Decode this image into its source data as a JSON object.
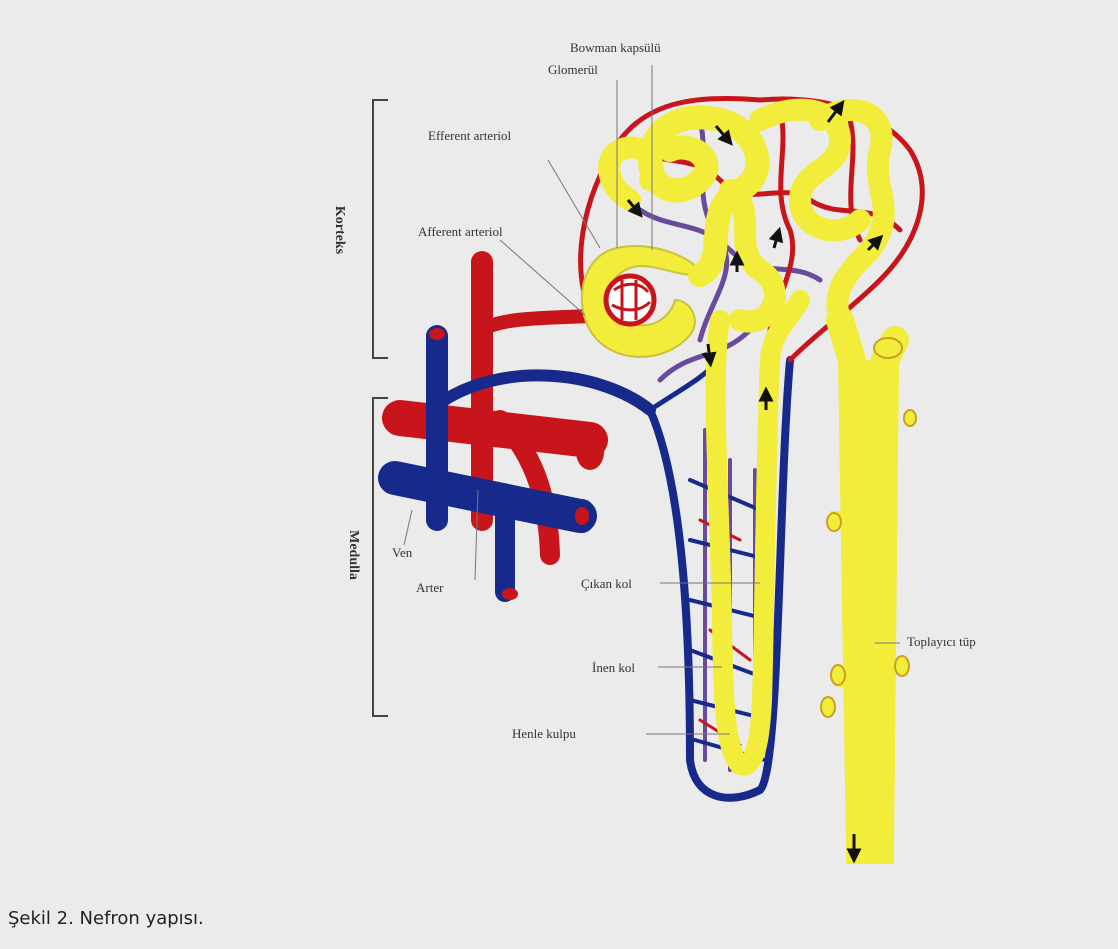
{
  "labels": {
    "bowman_capsule": "Bowman kapsülü",
    "glomerulus": "Glomerül",
    "efferent": "Efferent arteriol",
    "afferent": "Afferent arteriol",
    "cortex": "Korteks",
    "medulla": "Medulla",
    "vein": "Ven",
    "artery": "Arter",
    "ascending_limb": "Çıkan kol",
    "descending_limb": "İnen kol",
    "henle_loop": "Henle kulpu",
    "collecting_duct": "Toplayıcı tüp"
  },
  "caption": "Şekil 2. Nefron yapısı.",
  "colors": {
    "background": "#ebebeb",
    "artery": "#c8151b",
    "vein": "#172a8c",
    "tubule": "#f2ec3a",
    "tubule_outline": "#c9c23a",
    "capillary_mixed": "#6a4a9a"
  }
}
